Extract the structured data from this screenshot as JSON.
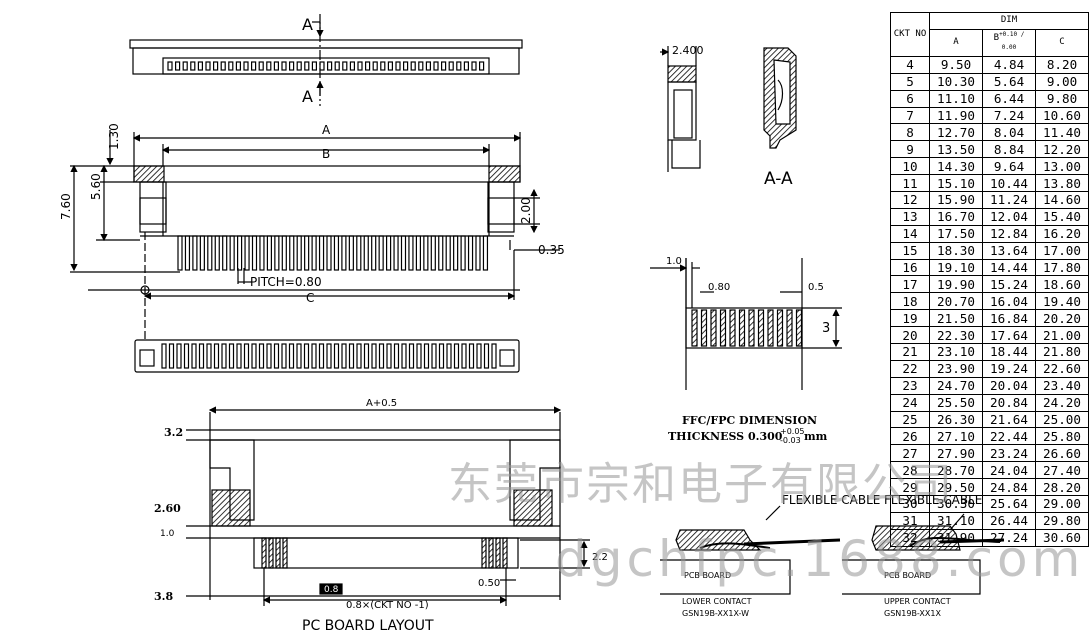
{
  "labels": {
    "section_a_top": "A",
    "section_a_bottom": "A",
    "dim_130": "1.30",
    "dim_a": "A",
    "dim_b": "B",
    "dim_560": "5.60",
    "dim_760": "7.60",
    "dim_200": "2.00",
    "dim_035": "0.35",
    "pitch": "PITCH=0.80",
    "dim_c": "C",
    "dim_2400": "2.400",
    "section_aa": "A-A",
    "ffc_10": "1.0",
    "ffc_080": "0.80",
    "ffc_05": "0.5",
    "ffc_3": "3",
    "ffc_title": "FFC/FPC DIMENSION",
    "ffc_thickness": "THICKNESS 0.300",
    "ffc_tol_plus": "+0.05",
    "ffc_tol_minus": "-0.03",
    "ffc_unit": "mm",
    "pcb_a05": "A+0.5",
    "pcb_32": "3.2",
    "pcb_260": "2.60",
    "pcb_10": "1.0",
    "pcb_22": "2.2",
    "pcb_38": "3.8",
    "pcb_08": "0.8",
    "pcb_050": "0.50",
    "pcb_formula": "0.8×(CKT NO -1)",
    "pcb_title": "PC BOARD LAYOUT",
    "flex1": "FLEXIBLE CABLE",
    "flex2": "FLEXIBLE CABLE",
    "pcb_board1": "PCB BOARD",
    "pcb_board2": "PCB BOARD",
    "lower_contact": "LOWER CONTACT",
    "lower_part": "GSN19B-XX1X-W",
    "upper_contact": "UPPER CONTACT",
    "upper_part": "GSN19B-XX1X",
    "watermark_cn": "东莞市宗和电子有限公司",
    "watermark_url": "dgchfpc.1688.com"
  },
  "table": {
    "header_ckt": "CKT NO",
    "header_dim": "DIM",
    "header_a": "A",
    "header_b": "B",
    "header_b_tol": "+0.10 / 0.00",
    "header_c": "C",
    "rows": [
      [
        "4",
        "9.50",
        "4.84",
        "8.20"
      ],
      [
        "5",
        "10.30",
        "5.64",
        "9.00"
      ],
      [
        "6",
        "11.10",
        "6.44",
        "9.80"
      ],
      [
        "7",
        "11.90",
        "7.24",
        "10.60"
      ],
      [
        "8",
        "12.70",
        "8.04",
        "11.40"
      ],
      [
        "9",
        "13.50",
        "8.84",
        "12.20"
      ],
      [
        "10",
        "14.30",
        "9.64",
        "13.00"
      ],
      [
        "11",
        "15.10",
        "10.44",
        "13.80"
      ],
      [
        "12",
        "15.90",
        "11.24",
        "14.60"
      ],
      [
        "13",
        "16.70",
        "12.04",
        "15.40"
      ],
      [
        "14",
        "17.50",
        "12.84",
        "16.20"
      ],
      [
        "15",
        "18.30",
        "13.64",
        "17.00"
      ],
      [
        "16",
        "19.10",
        "14.44",
        "17.80"
      ],
      [
        "17",
        "19.90",
        "15.24",
        "18.60"
      ],
      [
        "18",
        "20.70",
        "16.04",
        "19.40"
      ],
      [
        "19",
        "21.50",
        "16.84",
        "20.20"
      ],
      [
        "20",
        "22.30",
        "17.64",
        "21.00"
      ],
      [
        "21",
        "23.10",
        "18.44",
        "21.80"
      ],
      [
        "22",
        "23.90",
        "19.24",
        "22.60"
      ],
      [
        "23",
        "24.70",
        "20.04",
        "23.40"
      ],
      [
        "24",
        "25.50",
        "20.84",
        "24.20"
      ],
      [
        "25",
        "26.30",
        "21.64",
        "25.00"
      ],
      [
        "26",
        "27.10",
        "22.44",
        "25.80"
      ],
      [
        "27",
        "27.90",
        "23.24",
        "26.60"
      ],
      [
        "28",
        "28.70",
        "24.04",
        "27.40"
      ],
      [
        "29",
        "29.50",
        "24.84",
        "28.20"
      ],
      [
        "30",
        "30.30",
        "25.64",
        "29.00"
      ],
      [
        "31",
        "31.10",
        "26.44",
        "29.80"
      ],
      [
        "32",
        "31.90",
        "27.24",
        "30.60"
      ]
    ]
  }
}
